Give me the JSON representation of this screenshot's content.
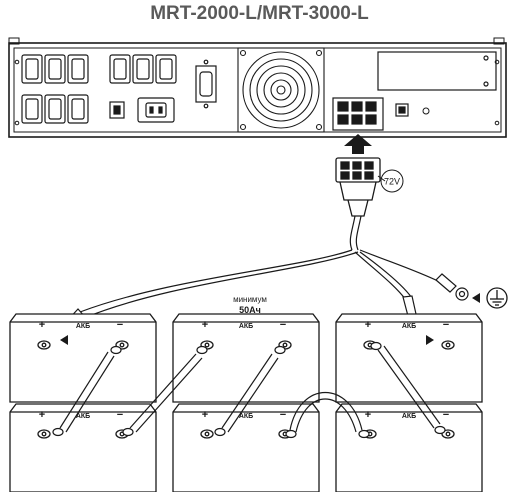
{
  "title": "MRT-2000-L/MRT-3000-L",
  "voltage_label": "72V",
  "min_label": "минимум",
  "capacity_label": "50Ач",
  "battery_label": "АКБ",
  "plus": "+",
  "minus": "−",
  "ground_icon": "ground-icon",
  "colors": {
    "line": "#1a1a1a",
    "title": "#5a5a5a"
  }
}
